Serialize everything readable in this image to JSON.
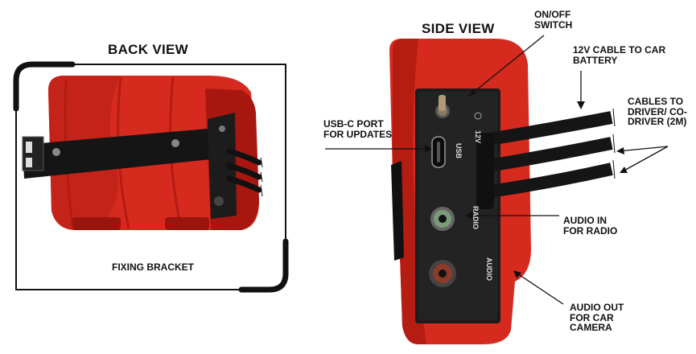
{
  "back": {
    "title": "BACK VIEW",
    "bracket_label": "FIXING BRACKET"
  },
  "side": {
    "title": "SIDE VIEW",
    "switch_label": "ON/OFF SWITCH",
    "cable_12v_label": "12V CABLE TO CAR BATTERY",
    "usb_label": "USB-C PORT FOR UPDATES",
    "cables_driver_label": "CABLES TO DRIVER/ CO-DRIVER (2M)",
    "audio_in_label": "AUDIO IN FOR RADIO",
    "audio_out_label": "AUDIO OUT FOR CAR CAMERA",
    "panel_12v": "12V",
    "panel_usb": "USB",
    "panel_radio": "RADIO",
    "panel_audio": "AUDIO"
  },
  "colors": {
    "housing_red": "#d62a1e",
    "housing_dark_red": "#a8170f",
    "panel_black": "#1c1c1c",
    "bracket_black": "#151515"
  }
}
